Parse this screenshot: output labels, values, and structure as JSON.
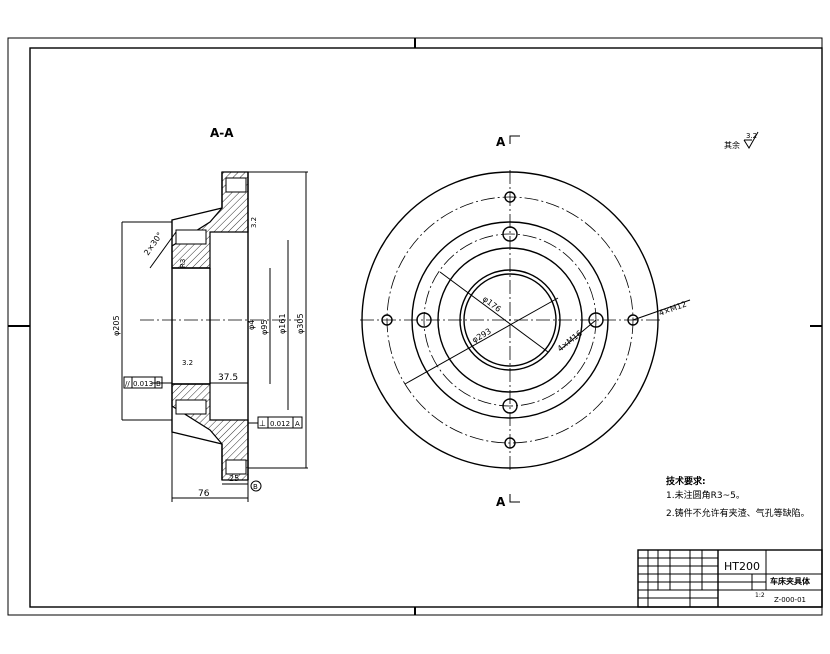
{
  "section_label": "A-A",
  "cut_label_top": "A",
  "cut_label_bottom": "A",
  "roughness": {
    "prefix": "其余",
    "value": "3.2"
  },
  "dims": {
    "chamfer": "2×30°",
    "d_a": "φ205",
    "d_b": "φ95",
    "d_c": "φ161",
    "d_d": "φ305",
    "d_e": "φ4",
    "len1": "37.5",
    "len2": "76",
    "len3": "25",
    "r_a": "R3",
    "note_a": "3.2",
    "note_b": "3.2"
  },
  "tolerances": {
    "parallel": {
      "symbol": "//",
      "value": "0.013",
      "datum": "B"
    },
    "perpendicular": {
      "symbol": "⊥",
      "value": "0.012",
      "datum": "A"
    }
  },
  "datum_bottom": "B",
  "front_view": {
    "d_inner": "φ176",
    "d_bore": "φ293",
    "holes_inner": "4×M16",
    "holes_outer": "4×M12"
  },
  "tech_req": {
    "title": "技术要求:",
    "lines": [
      "1.未注圆角R3~5。",
      "2.铸件不允许有夹渣、气孔等缺陷。"
    ]
  },
  "title_block": {
    "material": "HT200",
    "part_name": "车床夹具体",
    "drawing_no": "Z-000-01",
    "scale": "1:2"
  }
}
